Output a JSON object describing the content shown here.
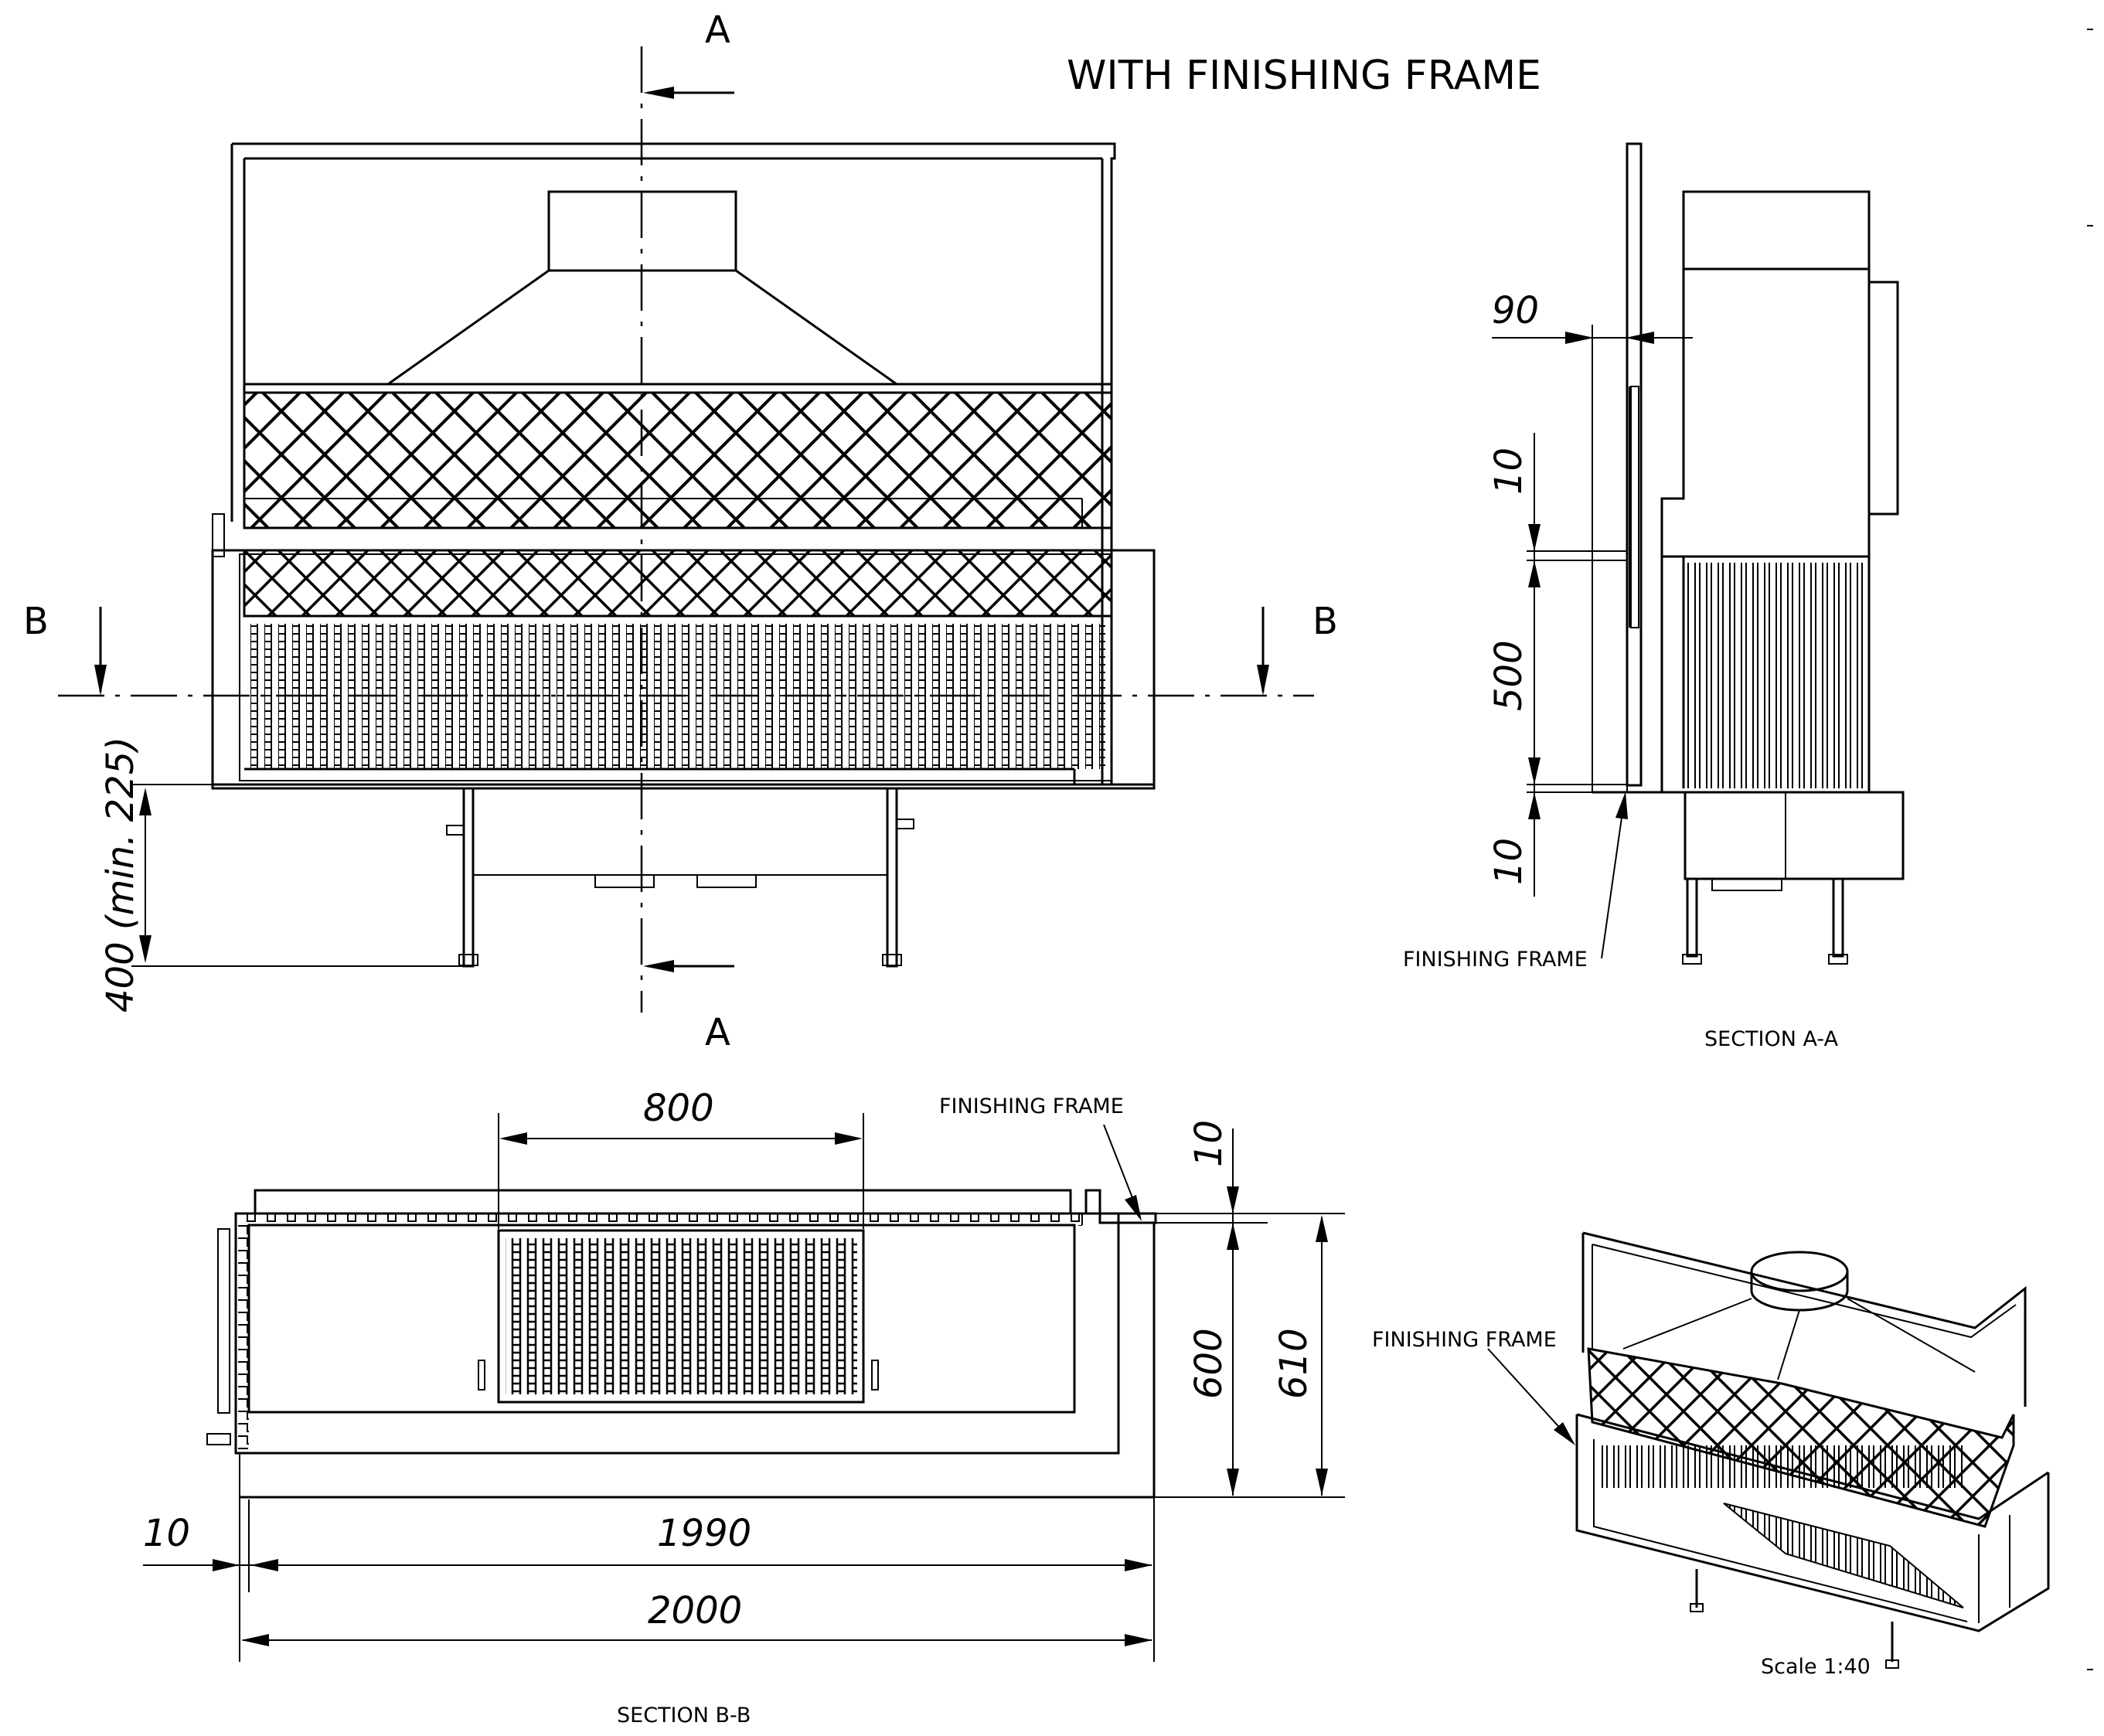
{
  "title": "WITH FINISHING FRAME",
  "section_marks": {
    "a": "A",
    "b": "B"
  },
  "front_view": {
    "height_dim": "400 (min. 225)"
  },
  "section_aa": {
    "caption": "SECTION A-A",
    "dim_90": "90",
    "dim_10_top": "10",
    "dim_500": "500",
    "dim_10_bottom": "10",
    "frame_label": "FINISHING FRAME"
  },
  "section_bb": {
    "caption": "SECTION B-B",
    "dim_800": "800",
    "dim_10_top": "10",
    "dim_600": "600",
    "dim_610": "610",
    "dim_10_left": "10",
    "dim_1990": "1990",
    "dim_2000": "2000",
    "frame_label": "FINISHING FRAME"
  },
  "iso_view": {
    "frame_label": "FINISHING FRAME",
    "scale": "Scale 1:40"
  }
}
